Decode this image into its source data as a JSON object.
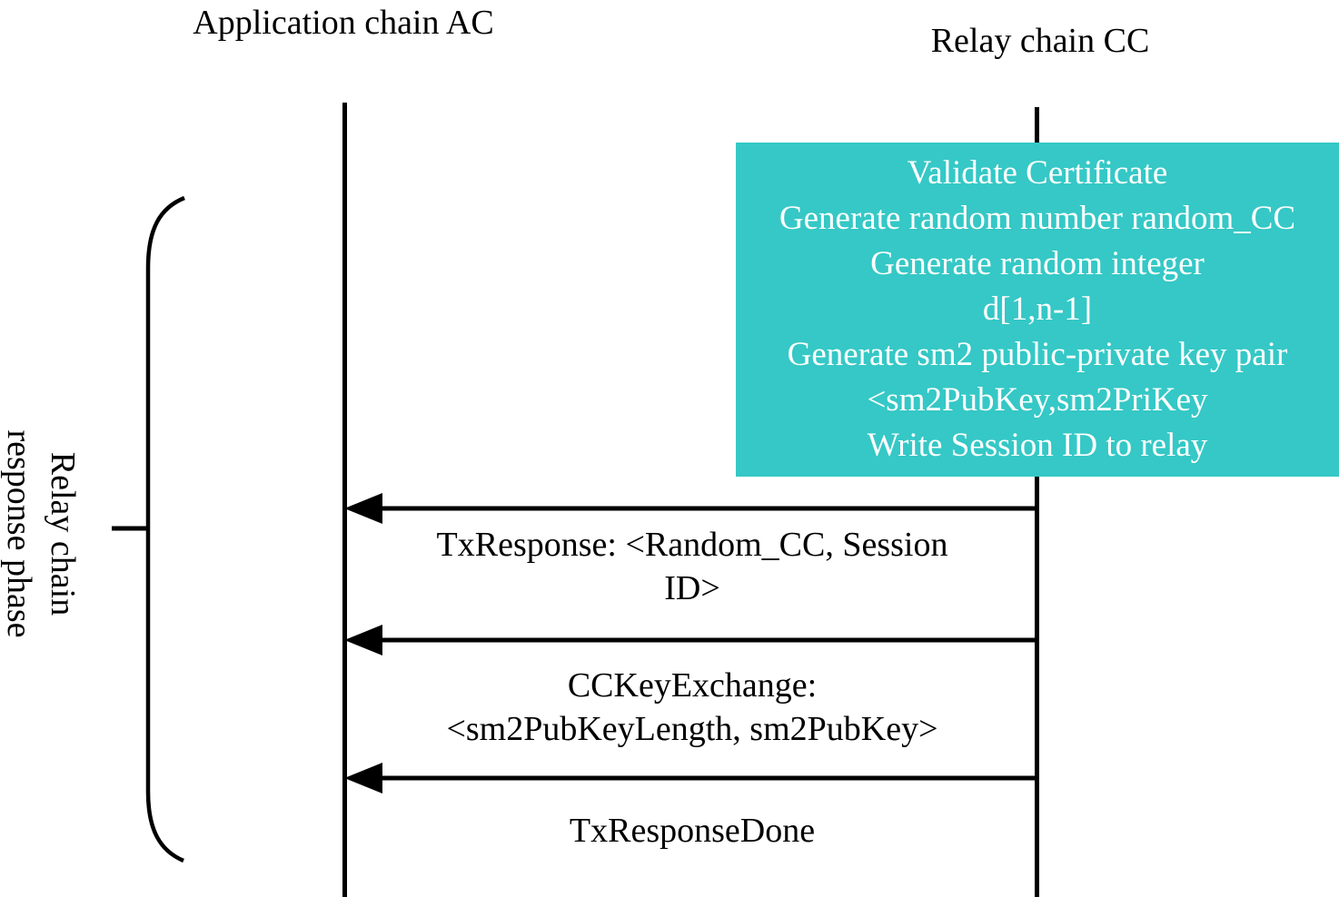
{
  "colors": {
    "note_bg": "#35c8c6",
    "note_text": "#ffffff",
    "ink": "#000000"
  },
  "actors": {
    "left": {
      "line1": "Application chain",
      "line2": "AC"
    },
    "right": {
      "label": "Relay chain CC"
    }
  },
  "phase_bracket": {
    "line1": "Relay chain",
    "line2": "response phase"
  },
  "note": {
    "lines": [
      "Validate Certificate",
      "Generate random number random_CC",
      "Generate random integer",
      "d[1,n-1]",
      "Generate sm2 public-private key pair",
      "<sm2PubKey,sm2PriKey",
      "Write Session ID to relay"
    ]
  },
  "messages": [
    {
      "line1": "TxResponse: <Random_CC, Session",
      "line2": "ID>"
    },
    {
      "line1": "CCKeyExchange:",
      "line2": "<sm2PubKeyLength, sm2PubKey>"
    },
    {
      "line1": "TxResponseDone"
    }
  ]
}
